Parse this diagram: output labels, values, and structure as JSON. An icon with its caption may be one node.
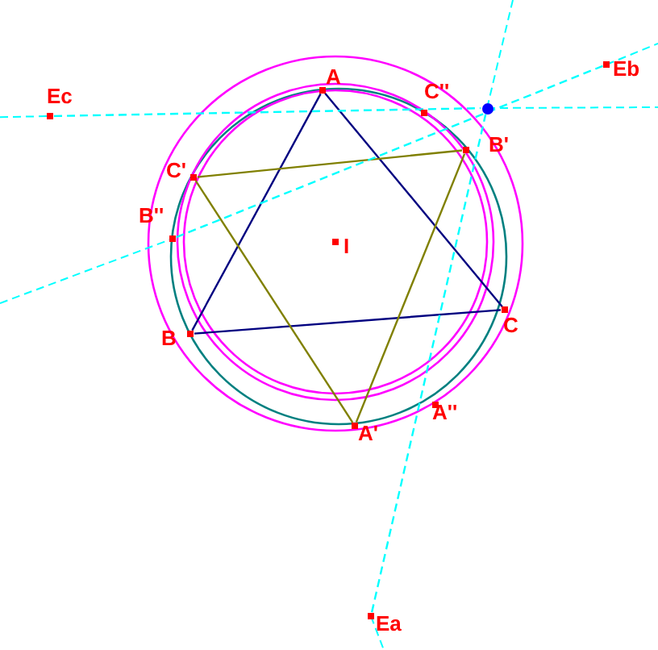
{
  "diagram": {
    "nodes": [
      {
        "text": [],
        "shape": "dot",
        "beside": [
          "A"
        ]
      },
      {
        "text": [],
        "shape": "dot",
        "beside": [
          "C''"
        ]
      },
      {
        "text": [],
        "shape": "dot",
        "beside": [
          "Eb"
        ]
      },
      {
        "text": [],
        "shape": "dot",
        "beside": [
          "Ec"
        ]
      },
      {
        "text": [],
        "shape": "circle"
      },
      {
        "text": [],
        "shape": "dot",
        "beside": [
          "B'"
        ]
      },
      {
        "text": [],
        "shape": "dot",
        "beside": [
          "C'"
        ]
      },
      {
        "text": [],
        "shape": "dot",
        "beside": [
          "B''"
        ]
      },
      {
        "text": [],
        "shape": "dot",
        "beside": [
          "I"
        ]
      },
      {
        "text": [],
        "shape": "dot",
        "beside": [
          "B"
        ]
      },
      {
        "text": [],
        "shape": "dot",
        "beside": [
          "C"
        ]
      },
      {
        "text": [],
        "shape": "dot",
        "beside": [
          "A'"
        ]
      },
      {
        "text": [],
        "shape": "dot",
        "beside": [
          "A''"
        ]
      },
      {
        "text": [],
        "shape": "dot",
        "beside": [
          "Ea"
        ]
      }
    ],
    "edges": [
      {
        "from": 0,
        "to": 9,
        "arrow": "none"
      },
      {
        "from": 9,
        "to": 10,
        "arrow": "none"
      },
      {
        "from": 10,
        "to": 0,
        "arrow": "none"
      },
      {
        "from": 6,
        "to": 5,
        "arrow": "none",
        "color": "#808000"
      },
      {
        "from": 5,
        "to": 11,
        "arrow": "none",
        "color": "#808000"
      },
      {
        "from": 11,
        "to": 6,
        "arrow": "none",
        "color": "#808000"
      },
      {
        "from": 3,
        "to": 4,
        "arrow": "none",
        "style": "dashed",
        "color": "#00ffff"
      },
      {
        "from": 7,
        "to": 2,
        "arrow": "none",
        "style": "dashed",
        "color": "#00ffff"
      },
      {
        "from": 13,
        "to": 4,
        "arrow": "none",
        "style": "dashed",
        "color": "#00ffff"
      }
    ]
  }
}
